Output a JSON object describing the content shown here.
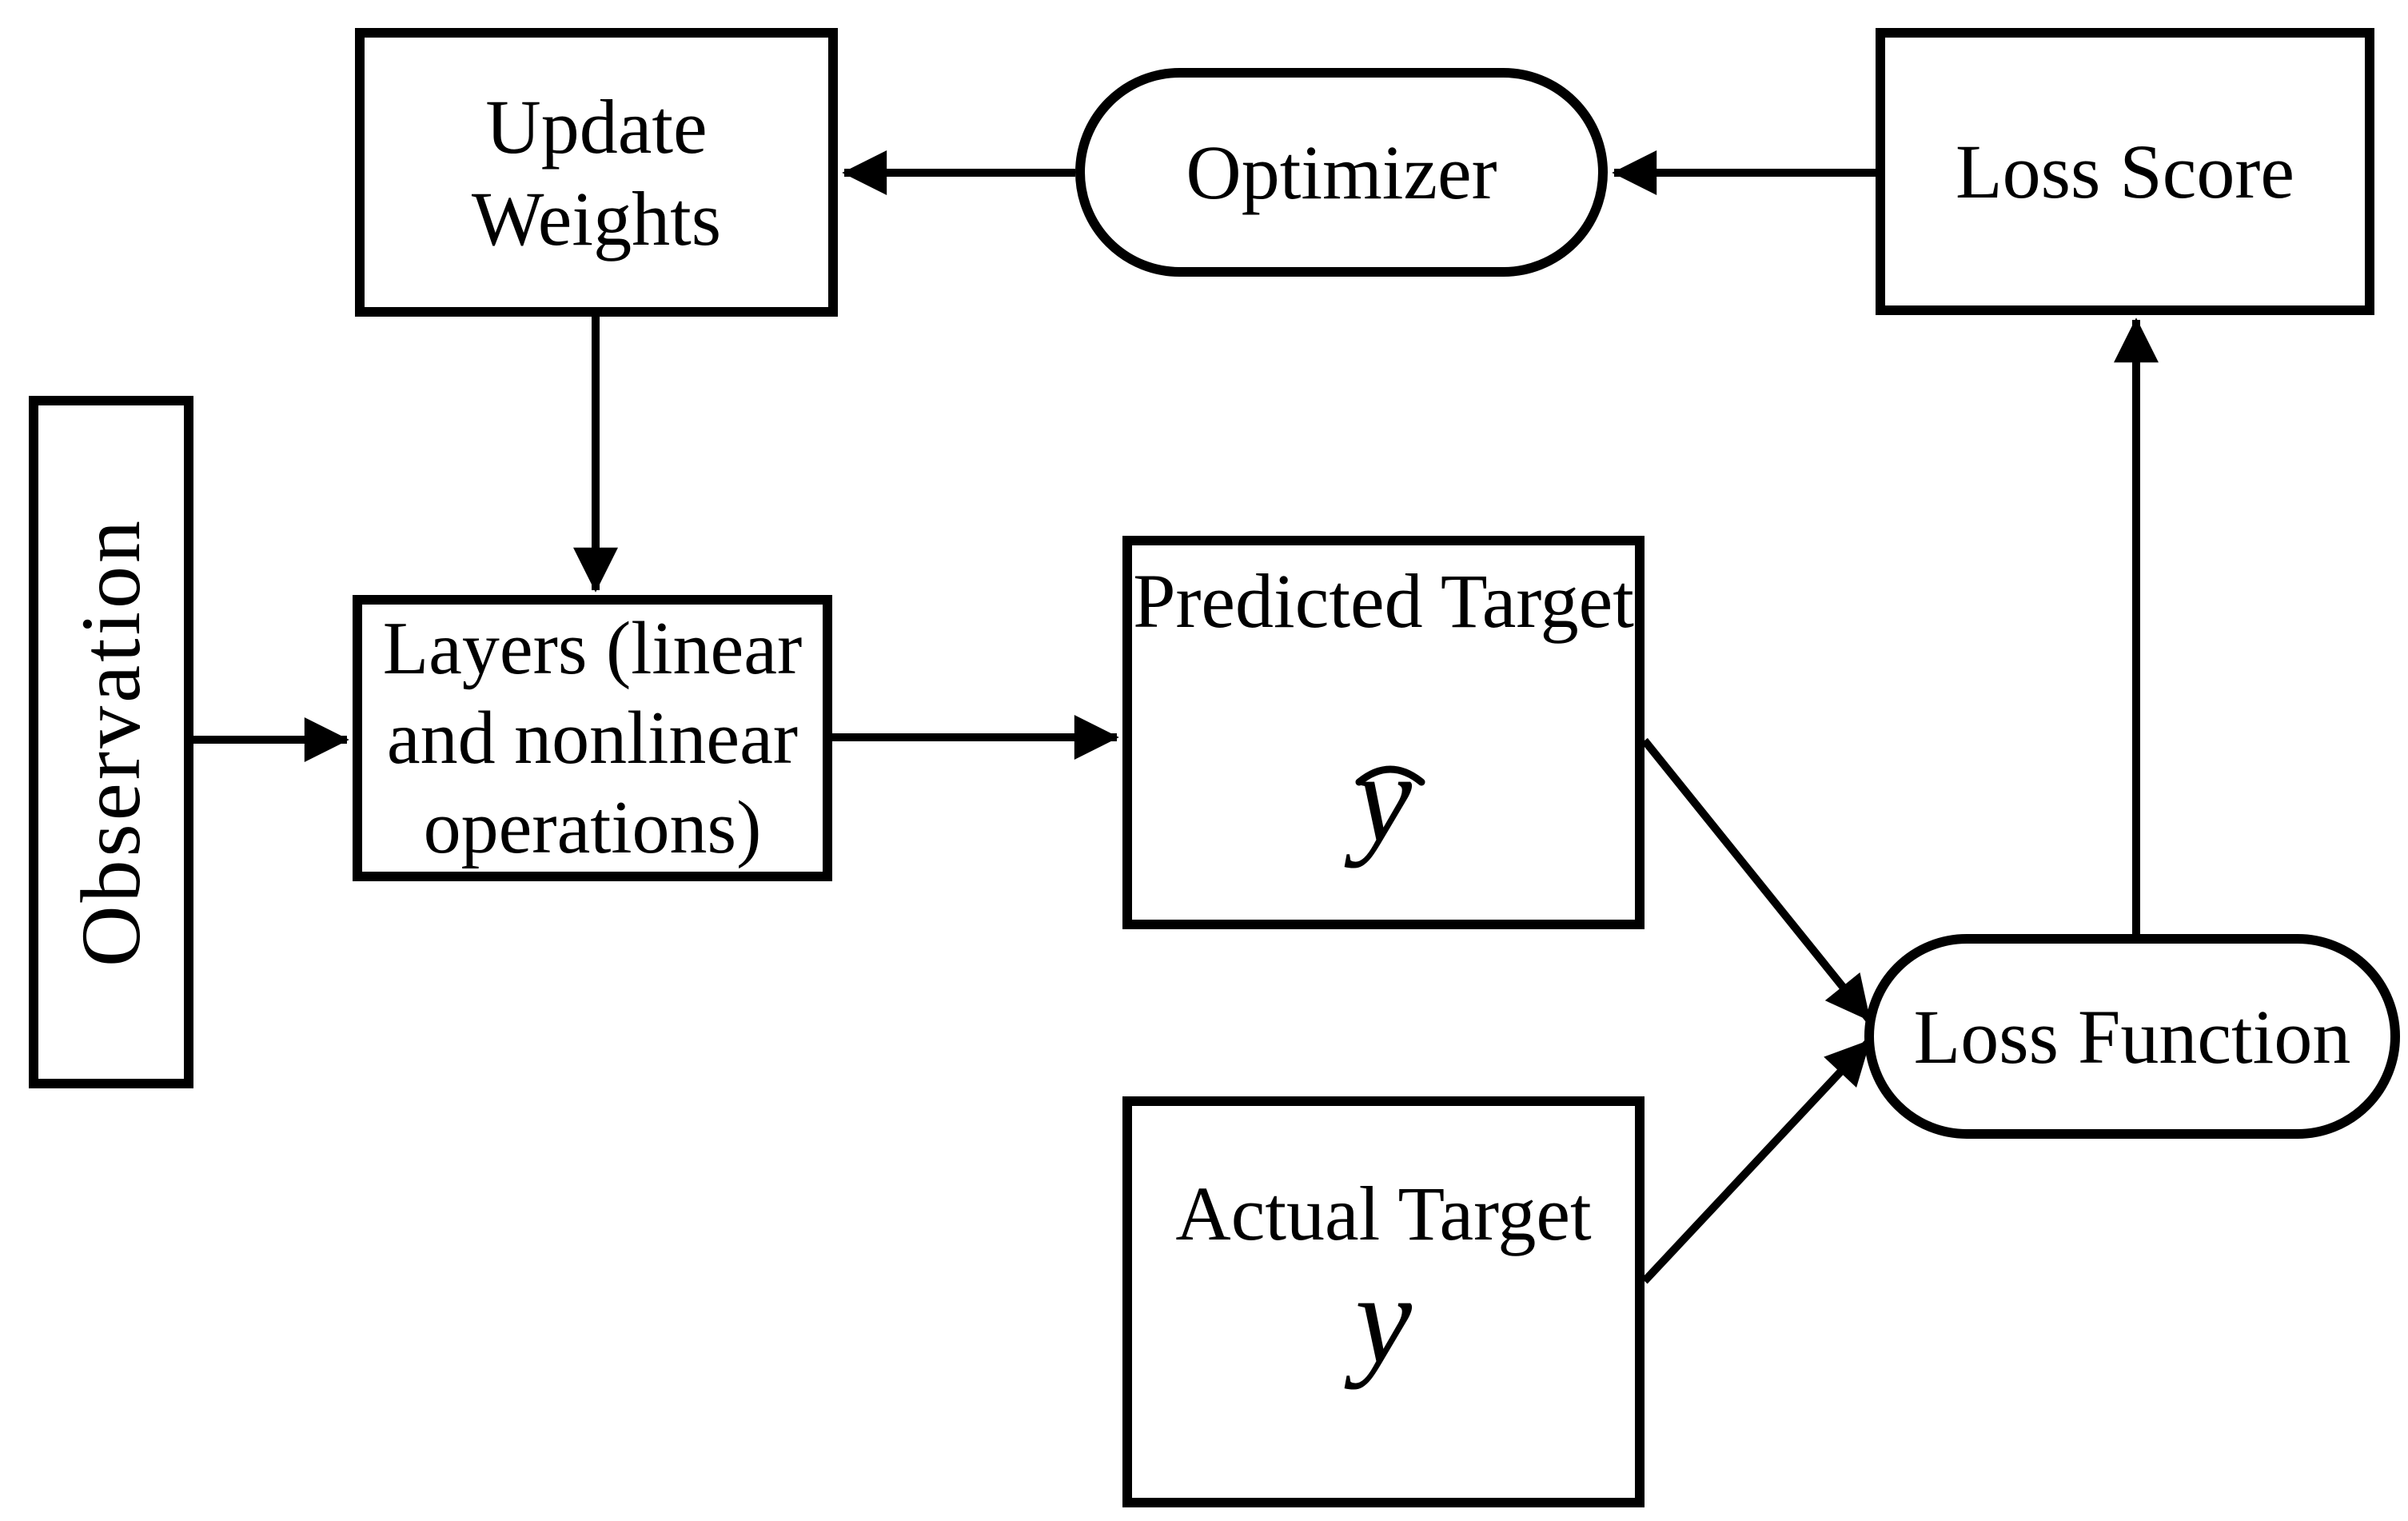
{
  "canvas": {
    "background_color": "#ffffff",
    "stroke_color": "#000000"
  },
  "nodes": {
    "update_weights": {
      "shape": "rectangle",
      "line1": "Update",
      "line2": "Weights"
    },
    "optimizer": {
      "shape": "stadium",
      "label": "Optimizer"
    },
    "loss_score": {
      "shape": "rectangle",
      "label": "Loss Score"
    },
    "observation": {
      "shape": "rectangle",
      "label": "Observation",
      "orientation": "vertical"
    },
    "layers": {
      "shape": "rectangle",
      "line1": "Layers (linear",
      "line2": "and nonlinear",
      "line3": "operations)"
    },
    "predicted_target": {
      "shape": "rectangle",
      "line1": "Predicted",
      "line2": "Target",
      "symbol": "y",
      "symbol_accent": "hat"
    },
    "actual_target": {
      "shape": "rectangle",
      "label": "Actual Target",
      "symbol": "y"
    },
    "loss_function": {
      "shape": "stadium",
      "label": "Loss Function"
    }
  },
  "edges": [
    {
      "from": "optimizer",
      "to": "update_weights"
    },
    {
      "from": "loss_score",
      "to": "optimizer"
    },
    {
      "from": "update_weights",
      "to": "layers"
    },
    {
      "from": "observation",
      "to": "layers"
    },
    {
      "from": "layers",
      "to": "predicted_target"
    },
    {
      "from": "predicted_target",
      "to": "loss_function"
    },
    {
      "from": "actual_target",
      "to": "loss_function"
    },
    {
      "from": "loss_function",
      "to": "loss_score"
    }
  ]
}
